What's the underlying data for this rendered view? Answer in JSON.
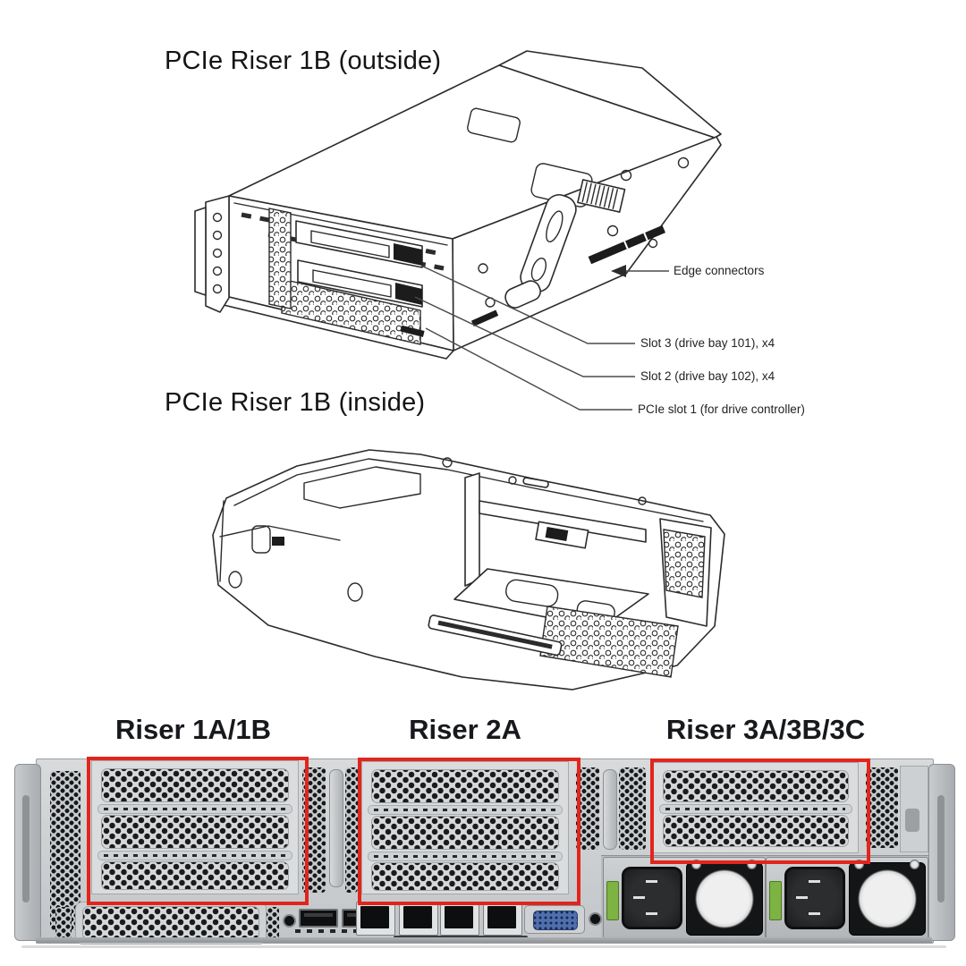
{
  "colors": {
    "highlight_red": "#e2251c",
    "psu_latch_green": "#7cb342",
    "vga_blue": "#4f6fae",
    "diagram_line": "#2b2b2b"
  },
  "figure_outside": {
    "title": "PCIe Riser 1B (outside)",
    "callouts": {
      "edge_connectors": "Edge connectors",
      "slot3": "Slot 3 (drive bay 101), x4",
      "slot2": "Slot 2 (drive bay 102), x4",
      "pcie_slot1": "PCIe slot 1 (for drive controller)"
    }
  },
  "figure_inside": {
    "title": "PCIe Riser 1B (inside)"
  },
  "rear_view": {
    "labels": {
      "riser_1": "Riser 1A/1B",
      "riser_2": "Riser 2A",
      "riser_3": "Riser 3A/3B/3C"
    }
  }
}
